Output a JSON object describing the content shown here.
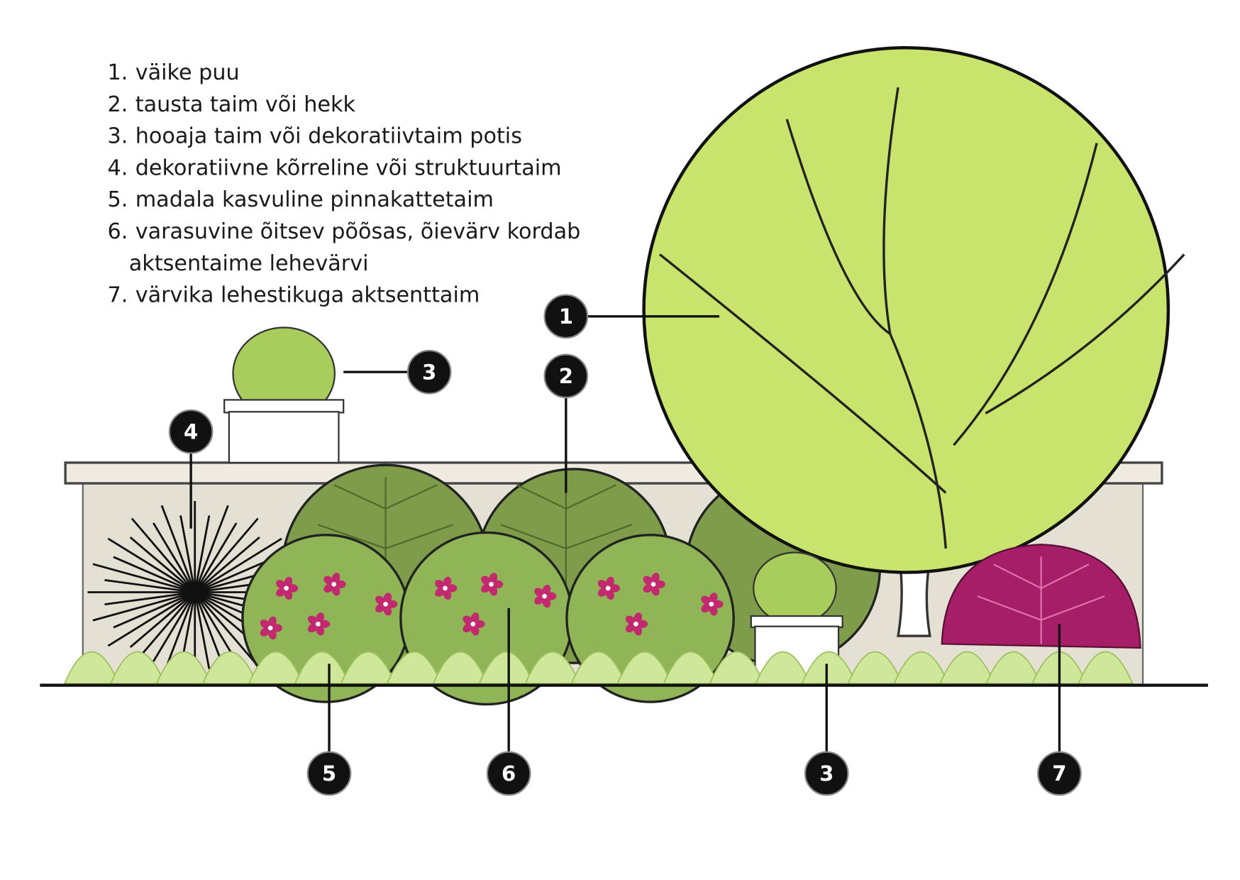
{
  "legend": {
    "items": [
      {
        "num": "1.",
        "text": "väike puu"
      },
      {
        "num": "2.",
        "text": "tausta taim või hekk"
      },
      {
        "num": "3.",
        "text": "hooaja taim või dekoratiivtaim potis"
      },
      {
        "num": "4.",
        "text": "dekoratiivne kõrreline või struktuurtaim"
      },
      {
        "num": "5.",
        "text": "madala kasvuline pinnakattetaim"
      },
      {
        "num": "6.",
        "text": "varasuvine õitsev põõsas, õievärv kordab"
      },
      {
        "num": "",
        "text": "aktsentaime lehevärvi"
      },
      {
        "num": "7.",
        "text": "värvika lehestikuga aktsenttaim"
      }
    ]
  },
  "callouts": {
    "c1": "1",
    "c2": "2",
    "c3a": "3",
    "c4": "4",
    "c5": "5",
    "c6": "6",
    "c3b": "3",
    "c7": "7"
  },
  "colors": {
    "tree": "#c9e46c",
    "hedge": "#7e9c4a",
    "shrub": "#8fb556",
    "flower": "#c2296e",
    "accent_plant": "#a71e68",
    "groundcover": "#cfe79a",
    "wall": "#e4e0d3"
  }
}
